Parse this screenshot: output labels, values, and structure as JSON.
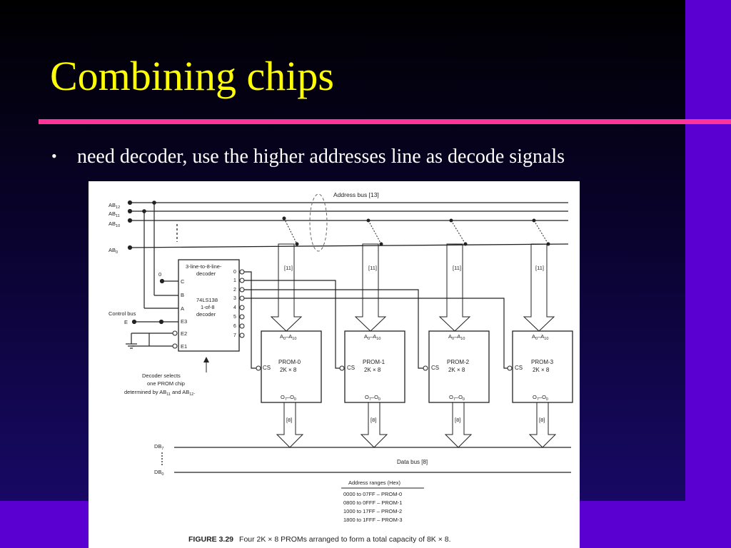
{
  "slide": {
    "title": "Combining chips",
    "bullet_glyph": "•",
    "bullet": "need decoder, use the higher addresses line as decode signals",
    "colors": {
      "title": "#ffff00",
      "rule": "#ff3399",
      "accent_bar": "#5a00d0",
      "text": "#ffffff"
    }
  },
  "figure": {
    "address_bus_label": "Address bus [13]",
    "ab_labels": {
      "ab12": "AB",
      "ab12_sub": "12",
      "ab11": "AB",
      "ab11_sub": "11",
      "ab10": "AB",
      "ab10_sub": "10",
      "ab0": "AB",
      "ab0_sub": "0"
    },
    "zero_label": "0",
    "decoder": {
      "title1": "3-line-to-8-line-",
      "title2": "decoder",
      "part1": "74LS138",
      "part2": "1-of-8",
      "part3": "decoder",
      "inputs": [
        "C",
        "B",
        "A",
        "E3",
        "E2",
        "E1"
      ],
      "outputs": [
        "0",
        "1",
        "2",
        "3",
        "4",
        "5",
        "6",
        "7"
      ]
    },
    "control_bus_label": "Control bus",
    "e_label": "E",
    "decoder_note": [
      "Decoder selects",
      "one PROM chip",
      "determined by AB",
      "11",
      " and AB",
      "12",
      "."
    ],
    "bus_widths": {
      "address": "[11]",
      "data": "[8]"
    },
    "proms": [
      {
        "addr_in": "A",
        "addr_in_sub0": "0",
        "addr_in_dash": "–A",
        "addr_in_sub1": "10",
        "name": "PROM-0",
        "size": "2K × 8",
        "cs": "CS",
        "out": "O",
        "out_sub0": "7",
        "out_dash": "–O",
        "out_sub1": "0"
      },
      {
        "addr_in": "A",
        "addr_in_sub0": "0",
        "addr_in_dash": "–A",
        "addr_in_sub1": "10",
        "name": "PROM-1",
        "size": "2K × 8",
        "cs": "CS",
        "out": "O",
        "out_sub0": "7",
        "out_dash": "–O",
        "out_sub1": "0"
      },
      {
        "addr_in": "A",
        "addr_in_sub0": "0",
        "addr_in_dash": "–A",
        "addr_in_sub1": "10",
        "name": "PROM-2",
        "size": "2K × 8",
        "cs": "CS",
        "out": "O",
        "out_sub0": "7",
        "out_dash": "–O",
        "out_sub1": "0"
      },
      {
        "addr_in": "A",
        "addr_in_sub0": "0",
        "addr_in_dash": "–A",
        "addr_in_sub1": "10",
        "name": "PROM-3",
        "size": "2K × 8",
        "cs": "CS",
        "out": "O",
        "out_sub0": "7",
        "out_dash": "–O",
        "out_sub1": "0"
      }
    ],
    "db_labels": {
      "db7": "DB",
      "db7_sub": "7",
      "db0": "DB",
      "db0_sub": "0"
    },
    "data_bus_label": "Data bus [8]",
    "address_ranges": {
      "heading": "Address ranges (Hex)",
      "rows": [
        "0000 to 07FF – PROM-0",
        "0800 to 0FFF – PROM-1",
        "1000 to 17FF – PROM-2",
        "1800 to 1FFF – PROM-3"
      ]
    },
    "caption_label": "FIGURE 3.29",
    "caption_text": "Four 2K × 8 PROMs arranged to form a total capacity of 8K × 8."
  }
}
